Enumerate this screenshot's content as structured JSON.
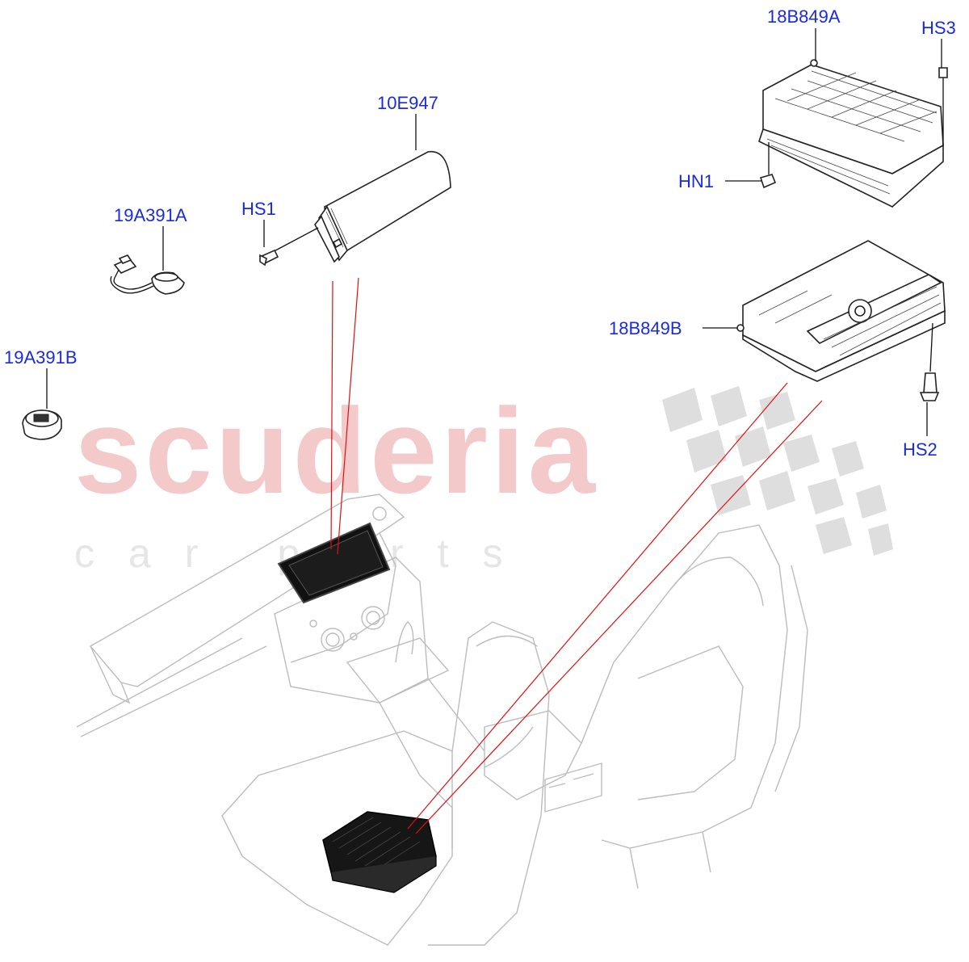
{
  "watermark": {
    "brand": "scuderia",
    "tagline": "car parts"
  },
  "callouts": {
    "p_18b849a": "18B849A",
    "p_hs3": "HS3",
    "p_10e947": "10E947",
    "p_hs1": "HS1",
    "p_19a391a": "19A391A",
    "p_hn1": "HN1",
    "p_19a391b": "19A391B",
    "p_18b849b": "18B849B",
    "p_hs2": "HS2"
  },
  "colors": {
    "callout_text": "#1a2bdc",
    "highlight_lines": "#dd1111",
    "watermark_brand": "#f4c9c9"
  }
}
